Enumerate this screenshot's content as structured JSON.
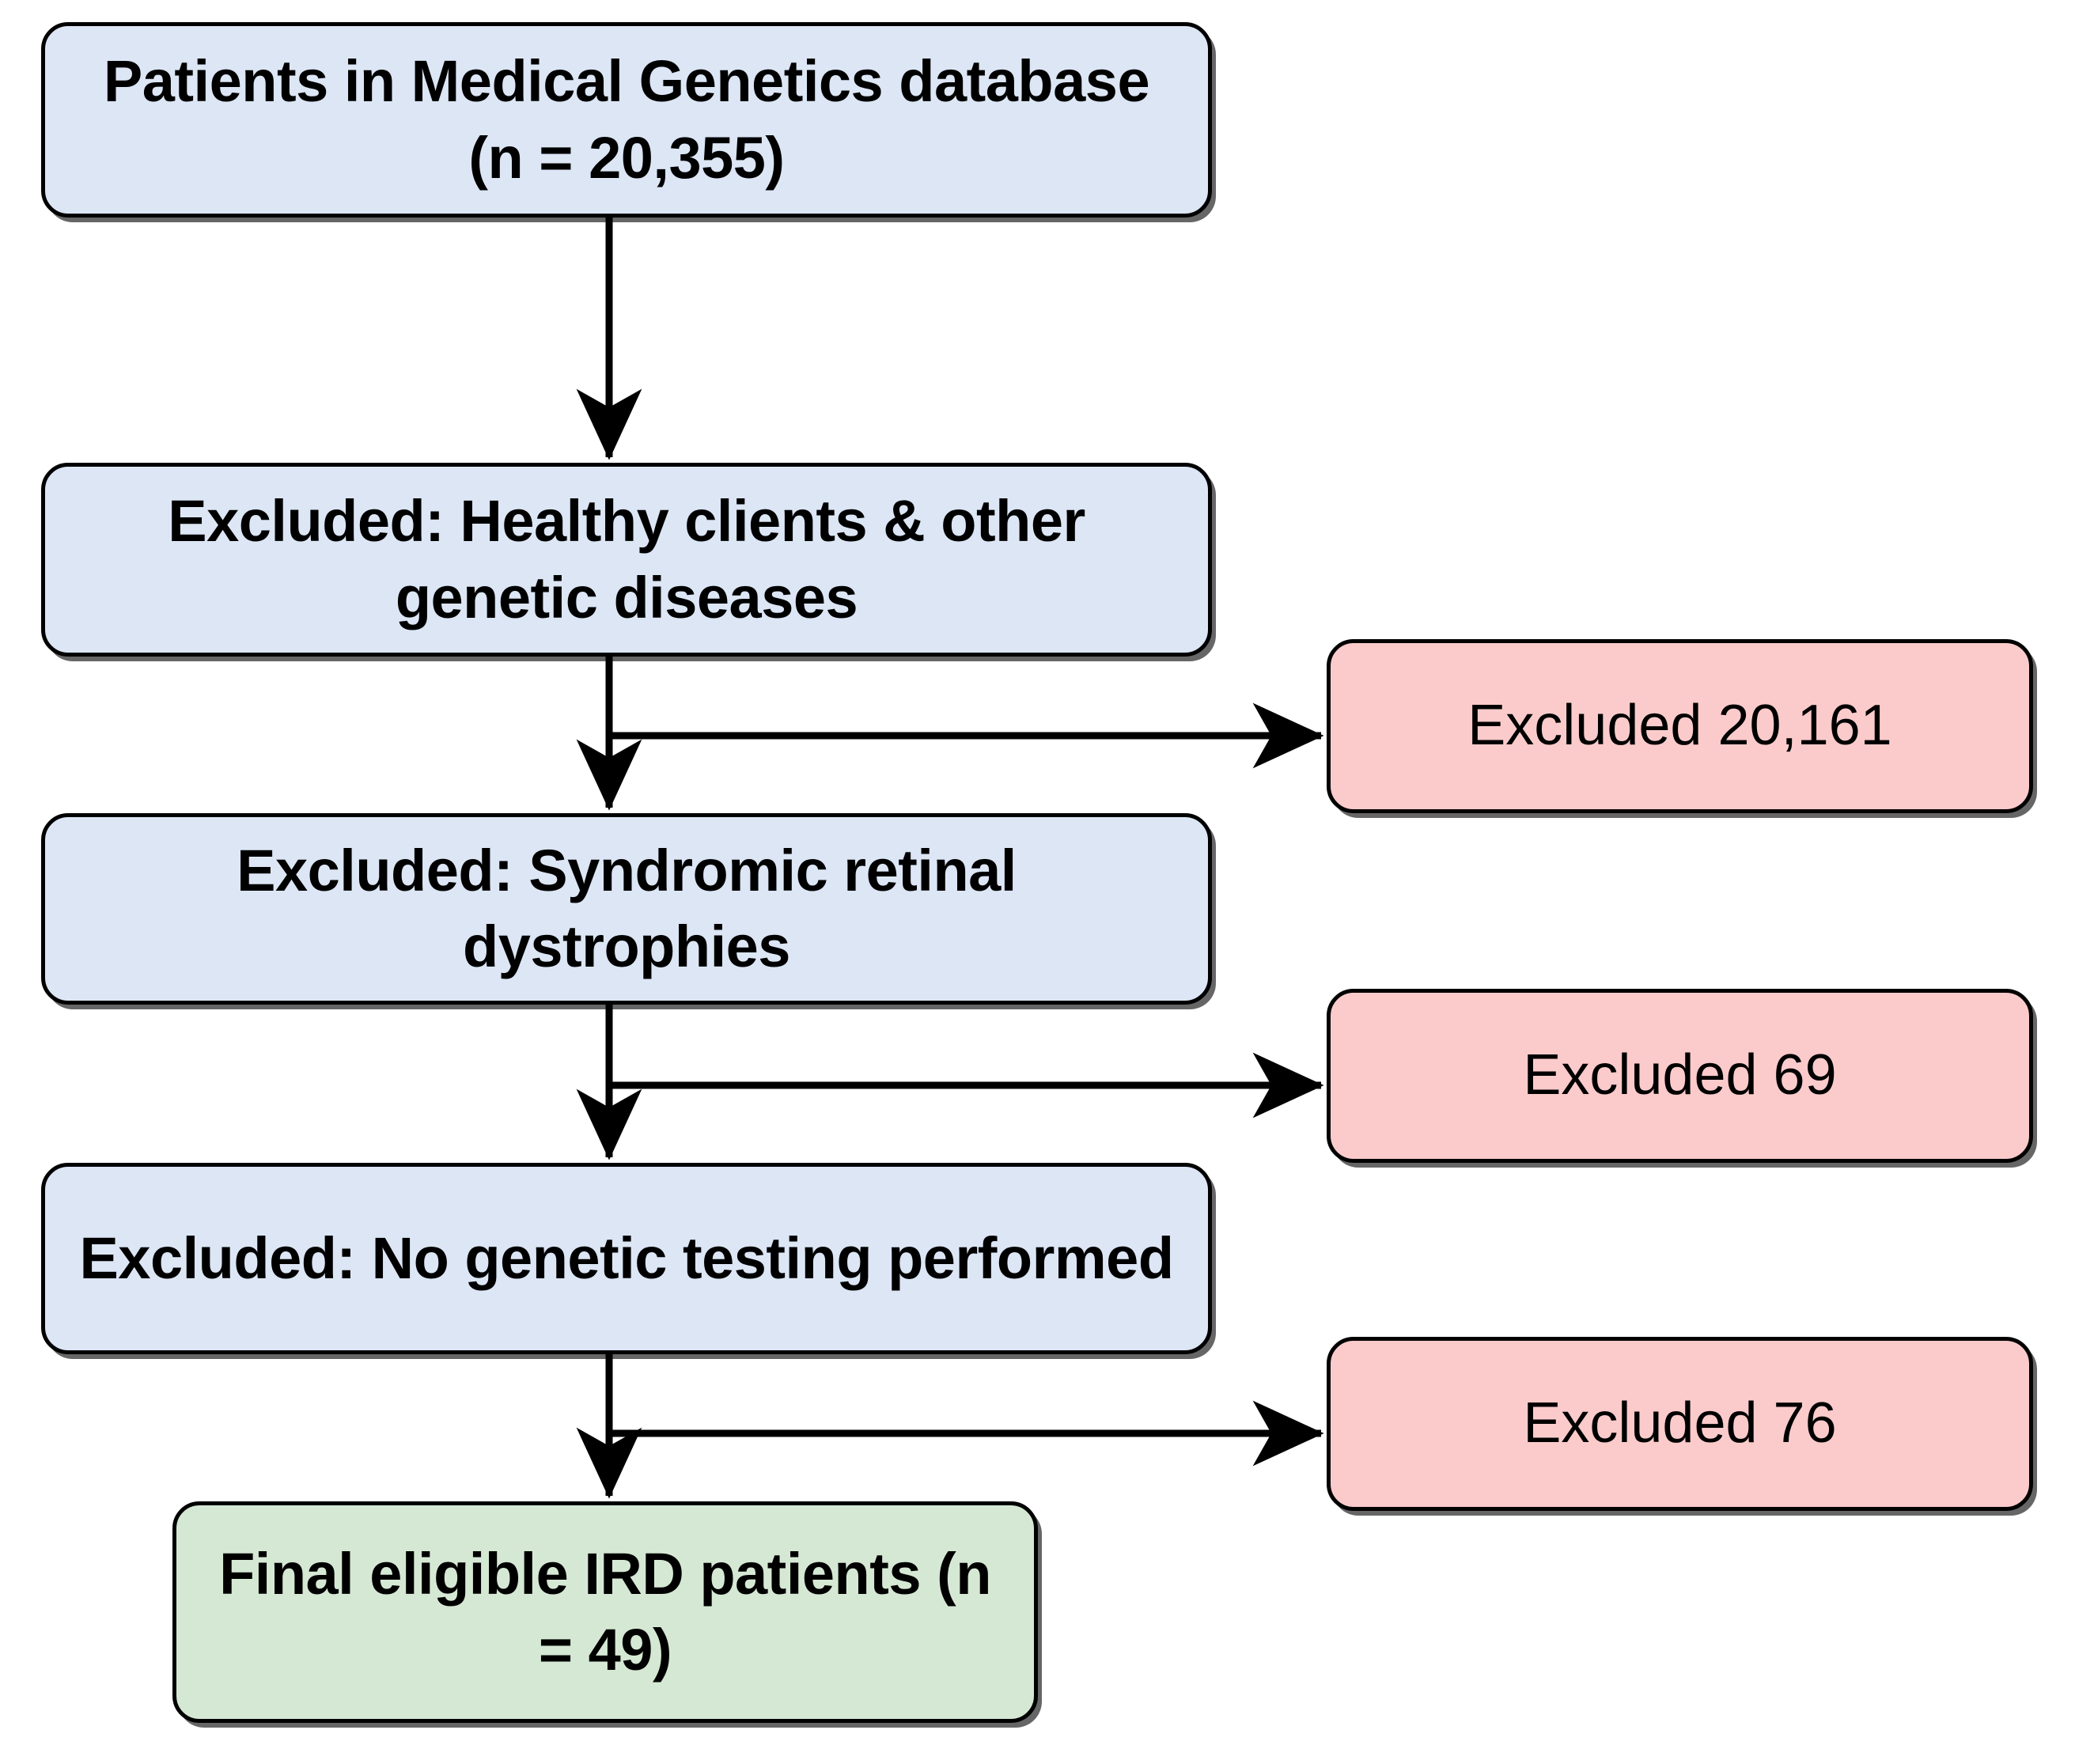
{
  "diagram": {
    "type": "flowchart",
    "title": "Patient selection flow for inherited retinal disease (IRD) cohort",
    "orientation": "top-to-bottom with right-side exclusion branches",
    "colors": {
      "stage_fill": "#dce6f5",
      "excluded_fill": "#fbcbcb",
      "final_fill": "#d5e8d4",
      "stroke": "#000000",
      "background": "#ffffff"
    },
    "nodes": [
      {
        "id": "database",
        "kind": "stage",
        "line1": "Patients in Medical Genetics database",
        "line2": "(n = 20,355)",
        "text": "Patients in Medical Genetics database (n = 20,355)",
        "count": 20355
      },
      {
        "id": "excl-healthy",
        "kind": "stage",
        "line1": "Excluded: Healthy clients & other",
        "line2": "genetic diseases",
        "text": "Excluded: Healthy clients & other genetic diseases"
      },
      {
        "id": "excl-syndrome",
        "kind": "stage",
        "line1": "Excluded: Syndromic retinal",
        "line2": "dystrophies",
        "text": "Excluded: Syndromic retinal dystrophies"
      },
      {
        "id": "excl-notest",
        "kind": "stage",
        "line1": "Excluded: No genetic testing",
        "line2": "performed",
        "text": "Excluded: No genetic testing performed"
      },
      {
        "id": "final",
        "kind": "final",
        "line1": "Final eligible IRD patients (n",
        "line2": "= 49)",
        "text": "Final eligible IRD patients (n = 49)",
        "count": 49
      },
      {
        "id": "excluded-1",
        "kind": "excluded",
        "text": "Excluded 20,161",
        "count": 20161
      },
      {
        "id": "excluded-2",
        "kind": "excluded",
        "text": "Excluded 69",
        "count": 69
      },
      {
        "id": "excluded-3",
        "kind": "excluded",
        "text": "Excluded 76",
        "count": 76
      }
    ],
    "edges": [
      {
        "from": "database",
        "to": "excl-healthy",
        "direction": "down",
        "arrow": true
      },
      {
        "from": "excl-healthy",
        "to": "excluded-1",
        "direction": "right",
        "arrow": true
      },
      {
        "from": "excl-healthy",
        "to": "excl-syndrome",
        "direction": "down",
        "arrow": true
      },
      {
        "from": "excl-syndrome",
        "to": "excluded-2",
        "direction": "right",
        "arrow": true
      },
      {
        "from": "excl-syndrome",
        "to": "excl-notest",
        "direction": "down",
        "arrow": true
      },
      {
        "from": "excl-notest",
        "to": "excluded-3",
        "direction": "right",
        "arrow": true
      },
      {
        "from": "excl-notest",
        "to": "final",
        "direction": "down",
        "arrow": true
      }
    ]
  }
}
